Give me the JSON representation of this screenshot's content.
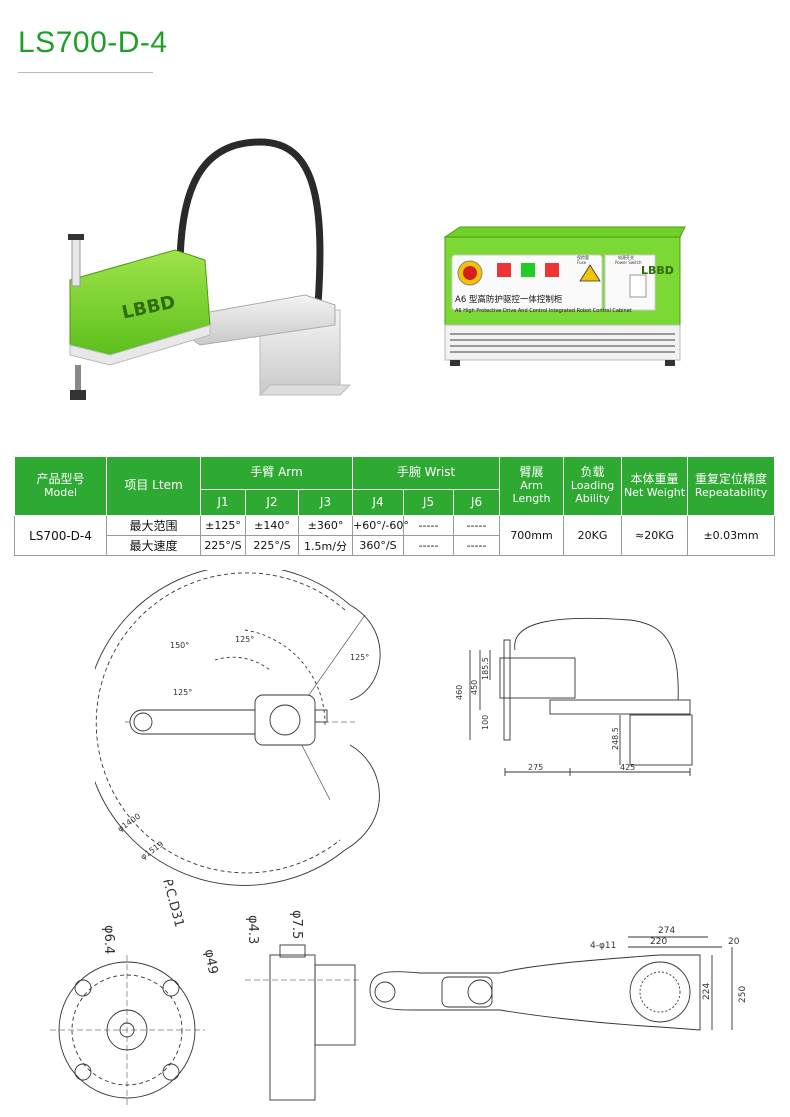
{
  "page": {
    "title": "LS700-D-4",
    "brand_color": "#1e9f26",
    "header_green": "#2eaa33"
  },
  "robot": {
    "logo": "LBBD"
  },
  "cabinet": {
    "logo": "LBBD",
    "label_cn": "A6 型高防护驱控一体控制柜",
    "label_en": "A6 High Protective Drive And Control Integrated Robot Control Cabinet",
    "fuse_cn": "保险管",
    "fuse_en": "Fuse",
    "switch_cn": "电源开关",
    "switch_en": "Power Switch"
  },
  "table": {
    "h_model_cn": "产品型号",
    "h_model_en": "Model",
    "h_item": "项目 Ltem",
    "h_arm": "手臂 Arm",
    "h_wrist": "手腕 Wrist",
    "joints": [
      "J1",
      "J2",
      "J3",
      "J4",
      "J5",
      "J6"
    ],
    "h_reach_cn": "臂展",
    "h_reach_en1": "Arm",
    "h_reach_en2": "Length",
    "h_load_cn": "负载",
    "h_load_en1": "Loading",
    "h_load_en2": "Ability",
    "h_weight_cn": "本体重量",
    "h_weight_en": "Net Weight",
    "h_repeat_cn": "重复定位精度",
    "h_repeat_en": "Repeatability",
    "model": "LS700-D-4",
    "row1_label": "最大范围",
    "row1": [
      "±125°",
      "±140°",
      "±360°",
      "+60°/-60°",
      "-----",
      "-----"
    ],
    "row2_label": "最大速度",
    "row2": [
      "225°/S",
      "225°/S",
      "1.5m/分",
      "360°/S",
      "-----",
      "-----"
    ],
    "reach": "700mm",
    "load": "20KG",
    "weight": "≈20KG",
    "repeat": "±0.03mm"
  },
  "dims": {
    "top": {
      "a150": "150°",
      "a125a": "125°",
      "a125b": "125°",
      "a125c": "125°",
      "d1400": "φ1400",
      "d1519": "φ1519"
    },
    "side": {
      "h460": "460",
      "h450": "450",
      "h1855": "185.5",
      "h100": "100",
      "h2485": "248.5",
      "l275": "275",
      "l425": "425"
    },
    "flange": {
      "d64": "φ6.4",
      "pcd": "P.C.D31",
      "d49": "φ49"
    },
    "section": {
      "d43": "φ4.3",
      "d75": "φ7.5"
    },
    "plan": {
      "w274": "274",
      "w220": "220",
      "w20": "20",
      "holes": "4-φ11",
      "h224": "224",
      "h250": "250"
    }
  }
}
